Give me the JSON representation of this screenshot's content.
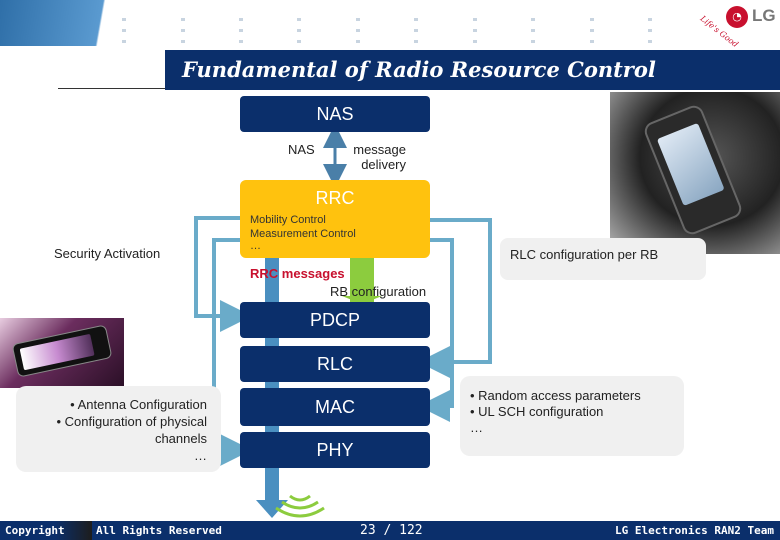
{
  "slide": {
    "title": "Fundamental of Radio Resource Control",
    "logo": {
      "brand": "LG",
      "slogan": "Life's Good"
    }
  },
  "stack": {
    "nas_label": "NAS",
    "rrc_label": "RRC",
    "pdcp_label": "PDCP",
    "rlc_label": "RLC",
    "mac_label": "MAC",
    "phy_label": "PHY",
    "rrc_lines": [
      "Mobility Control",
      "Measurement Control",
      "…"
    ]
  },
  "annotations": {
    "nas_small": "NAS",
    "message_delivery": [
      "message",
      "delivery"
    ],
    "security_activation": "Security Activation",
    "rlc_configuration": "RLC configuration per RB",
    "rrc_messages": "RRC messages",
    "rb_configuration": "RB configuration"
  },
  "left_box": {
    "lines": [
      "• Antenna Configuration",
      "• Configuration of physical",
      "channels",
      "…"
    ]
  },
  "right_box": {
    "lines": [
      "• Random access parameters",
      "• UL SCH configuration",
      "…"
    ]
  },
  "footer": {
    "copyright": "Copyright",
    "rights": "All Rights Reserved",
    "page": "23 / 122",
    "team": "LG Electronics RAN2 Team"
  },
  "colors": {
    "navy": "#0b2f6b",
    "rrc_yellow": "#ffc20e",
    "arrow_blue": "#6aabc9",
    "arrow_green": "#8ccc3e",
    "message_red": "#c8102e"
  }
}
